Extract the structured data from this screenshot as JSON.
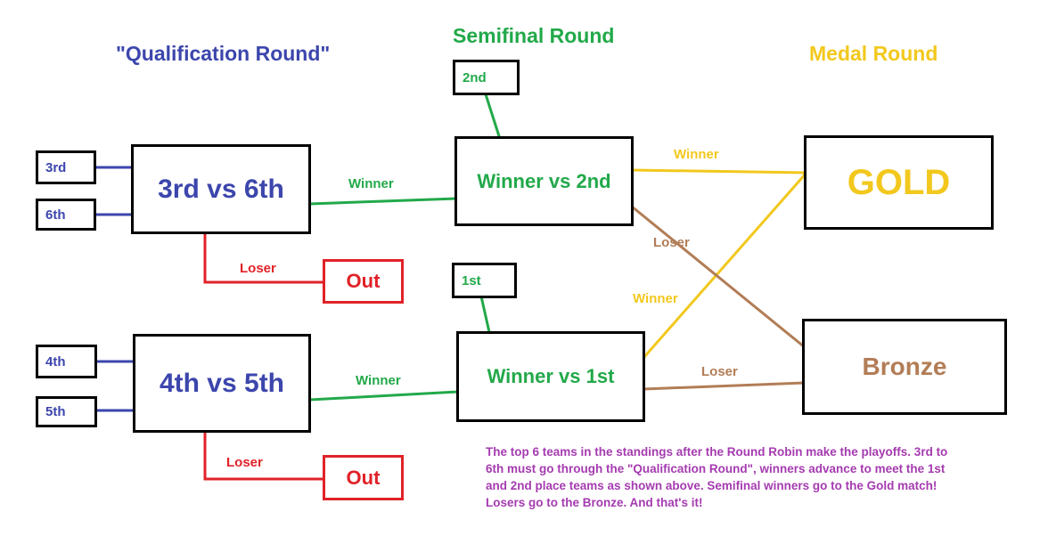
{
  "titles": {
    "qualification": "\"Qualification Round\"",
    "semifinal": "Semifinal Round",
    "medal": "Medal Round"
  },
  "qualification": {
    "match_top": "3rd vs 6th",
    "match_bottom": "4th vs 5th",
    "seeds_top": [
      "3rd",
      "6th"
    ],
    "seeds_bottom": [
      "4th",
      "5th"
    ],
    "winner_label": "Winner",
    "loser_label": "Loser",
    "out_label": "Out"
  },
  "semifinal": {
    "match_top": "Winner vs 2nd",
    "match_bottom": "Winner vs 1st",
    "seed_top": "2nd",
    "seed_bottom": "1st",
    "winner_label": "Winner",
    "loser_label": "Loser"
  },
  "medal": {
    "gold": "GOLD",
    "bronze": "Bronze"
  },
  "note": "The top 6 teams in the standings after the Round Robin make the playoffs. 3rd to 6th must go through the \"Qualification Round\", winners advance to meet the 1st and 2nd place teams as shown above.  Semifinal winners go to the Gold match! Losers go to the Bronze.  And that's it!",
  "colors": {
    "qualification": "#3c46ac",
    "semifinal": "#22a94a",
    "medal": "#f2c81d",
    "out": "#e02228",
    "bronze": "#b27d56",
    "note": "#a53bb0"
  }
}
